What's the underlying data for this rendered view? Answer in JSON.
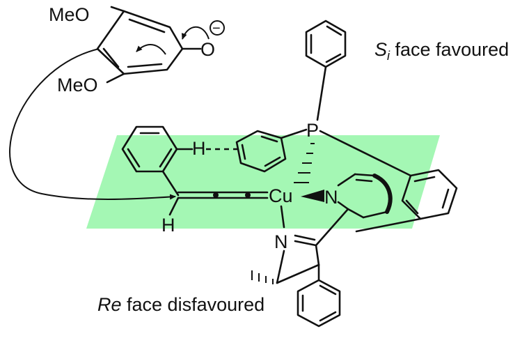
{
  "colors": {
    "plane": "#a4f7b4",
    "ink": "#111111"
  },
  "labels": {
    "meo_top": "MeO",
    "meo_bottom": "MeO",
    "oxygen": "O",
    "charge": "−",
    "phosphorus": "P",
    "hydrogen_interaction": "H",
    "copper": "Cu",
    "nitrogen_pyridine": "N",
    "nitrogen_imine": "N",
    "hydrogen_alkyne": "H"
  },
  "captions": {
    "si_face_main": "S",
    "si_face_sub": "i",
    "si_face_rest": " face favoured",
    "re_face_italic": "Re",
    "re_face_rest": " face disfavoured"
  }
}
